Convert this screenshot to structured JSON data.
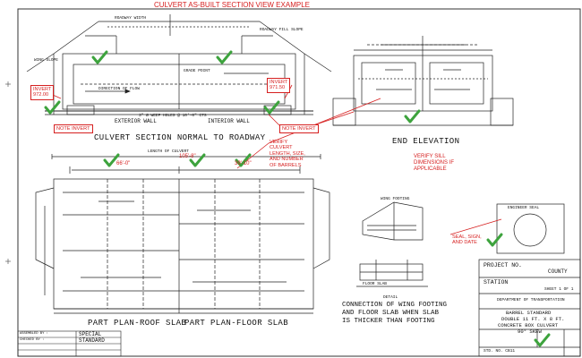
{
  "header": {
    "title": "CULVERT AS-BUILT SECTION VIEW EXAMPLE"
  },
  "section_normal": {
    "title": "CULVERT SECTION NORMAL TO ROADWAY",
    "labels": {
      "roadway_width": "ROADWAY WIDTH",
      "roadway_fill_slope": "ROADWAY FILL SLOPE",
      "wing_slope": "WING SLOPE",
      "exterior_wall": "EXTERIOR WALL",
      "interior_wall": "INTERIOR WALL",
      "direction_of_flow": "DIRECTION OF FLOW",
      "grade_point": "GRADE POINT",
      "weep_holes": "3\" Ø WEEP HOLES @ 10'-0\" CTS"
    }
  },
  "end_elevation": {
    "title": "END ELEVATION"
  },
  "plan_roof": {
    "title": "PART PLAN-ROOF SLAB"
  },
  "plan_floor": {
    "title": "PART PLAN-FLOOR SLAB"
  },
  "dimensions": {
    "d1": "66'-0\"",
    "d2": "105'-8\"",
    "d3": "39'-10\"",
    "length_label": "LENGTH OF CULVERT"
  },
  "wing_detail": {
    "caption_line1": "CONNECTION OF WING FOOTING",
    "caption_line2": "AND FLOOR SLAB WHEN SLAB",
    "caption_line3": "IS THICKER THAN FOOTING",
    "detail": "DETAIL",
    "wing_footing": "WING FOOTING",
    "floor_slab": "FLOOR SLAB"
  },
  "seal_box_label": "ENGINEER SEAL",
  "annotations": {
    "invert_left": "INVERT\n972.00",
    "invert_right": "INVERT\n971.50",
    "note_invert": "NOTE INVERT",
    "verify_culvert": "VERIFY\nCULVERT\nLENGTH, SIZE,\nAND NUMBER\nOF BARRELS",
    "verify_sill": "VERIFY SILL\nDIMENSIONS IF\nAPPLICABLE",
    "seal_sign_date": "SEAL, SIGN,\nAND DATE"
  },
  "title_block": {
    "project_no": "PROJECT NO.",
    "county": "COUNTY",
    "station": "STATION",
    "sheet": "SHEET 1 OF 1",
    "department": "DEPARTMENT OF TRANSPORTATION",
    "line1": "BARREL STANDARD",
    "line2": "DOUBLE 11 FT. X 8 FT.",
    "line3": "CONCRETE BOX CULVERT",
    "line4": "90° SKEW",
    "std_no": "STD. NO. CB11"
  },
  "revision_block": {
    "rows": [
      {
        "label": "ASSEMBLED BY :",
        "value": "SPECIAL"
      },
      {
        "label": "CHECKED BY :",
        "value": "STANDARD"
      }
    ]
  },
  "colors": {
    "annotation": "#d62020",
    "check": "#3da33d",
    "line": "#222222"
  }
}
